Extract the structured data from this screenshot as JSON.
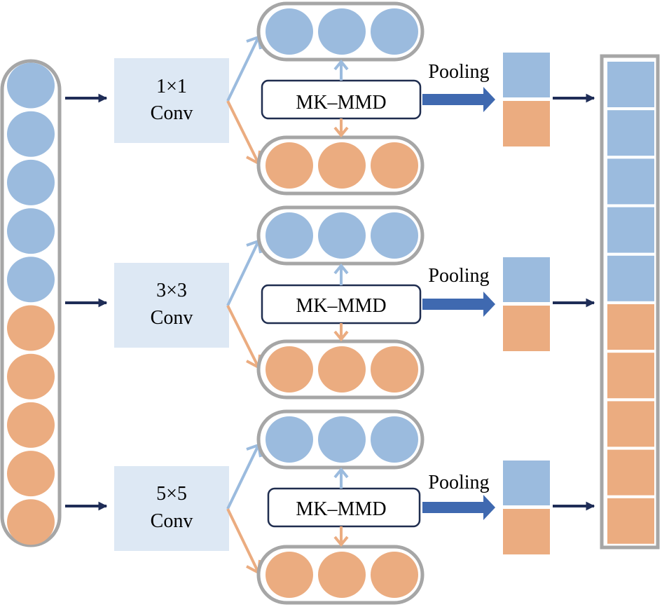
{
  "title": "Multi-scale convolution with MK-MMD alignment and pooling",
  "colors": {
    "source": "#9bbbde",
    "target": "#ebac80",
    "conv_box": "#dde8f4",
    "container_border": "#a6a6a6",
    "dark_arrow": "#1f2d57",
    "pool_arrow": "#3f69b0",
    "mmd_border": "#1f2d4f"
  },
  "input_column": {
    "nodes": [
      "source",
      "source",
      "source",
      "source",
      "source",
      "target",
      "target",
      "target",
      "target",
      "target"
    ]
  },
  "branches": [
    {
      "conv_line1": "1×1",
      "conv_line2": "Conv",
      "mmd_label": "MK–MMD",
      "pooling_label": "Pooling",
      "source_nodes": 3,
      "target_nodes": 3
    },
    {
      "conv_line1": "3×3",
      "conv_line2": "Conv",
      "mmd_label": "MK–MMD",
      "pooling_label": "Pooling",
      "source_nodes": 3,
      "target_nodes": 3
    },
    {
      "conv_line1": "5×5",
      "conv_line2": "Conv",
      "mmd_label": "MK–MMD",
      "pooling_label": "Pooling",
      "source_nodes": 3,
      "target_nodes": 3
    }
  ],
  "output_column": {
    "cells": [
      "source",
      "source",
      "source",
      "source",
      "source",
      "target",
      "target",
      "target",
      "target",
      "target"
    ]
  }
}
